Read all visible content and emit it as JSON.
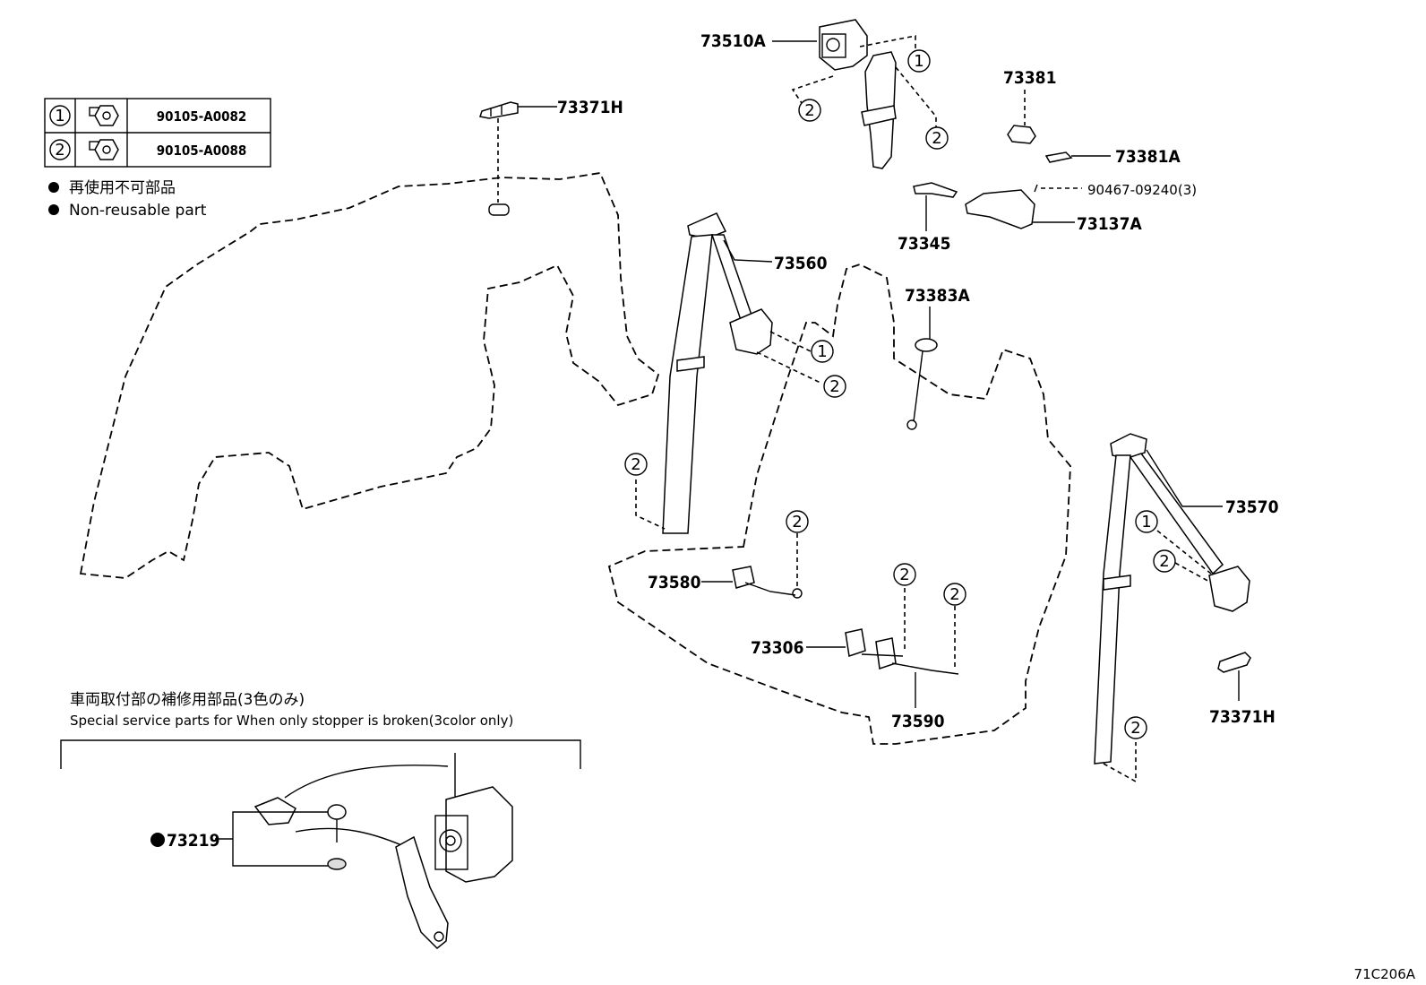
{
  "fastener_table": [
    {
      "ref": "1",
      "part_no": "90105-A0082"
    },
    {
      "ref": "2",
      "part_no": "90105-A0088"
    }
  ],
  "legend": {
    "non_reusable_jp": "再使用不可部品",
    "non_reusable_en": "Non-reusable part"
  },
  "service_note": {
    "jp": "車両取付部の補修用部品(3色のみ)",
    "en": "Special service parts for When only stopper is broken(3color only)"
  },
  "callouts": {
    "p73510A": "73510A",
    "p73371H_top": "73371H",
    "p73381": "73381",
    "p73381A": "73381A",
    "p90467": "90467-09240(3)",
    "p73137A": "73137A",
    "p73345": "73345",
    "p73560": "73560",
    "p73383A": "73383A",
    "p73570": "73570",
    "p73580": "73580",
    "p73306": "73306",
    "p73590": "73590",
    "p73371H_right": "73371H",
    "p73219": "73219"
  },
  "refs": {
    "one": "1",
    "two": "2"
  },
  "diagram_code": "71C206A"
}
